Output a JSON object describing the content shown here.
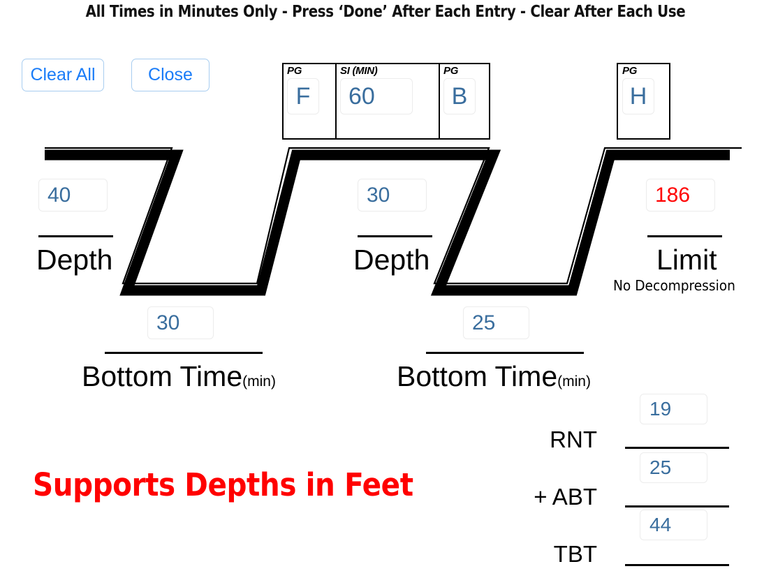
{
  "header": {
    "title": "All Times in Minutes Only - Press ‘Done’ After Each Entry - Clear After Each Use"
  },
  "toolbar": {
    "clear_all_label": "Clear All",
    "close_label": "Close"
  },
  "surface_interval": {
    "pg_start_label": "PG",
    "pg_start_value": "F",
    "si_label": "SI (MIN)",
    "si_value": "60",
    "pg_end_label": "PG",
    "pg_end_value": "B"
  },
  "pg_final": {
    "label": "PG",
    "value": "H"
  },
  "dive1": {
    "depth_value": "40",
    "depth_label": "Depth",
    "bottom_time_value": "30",
    "bottom_time_label": "Bottom Time",
    "bottom_time_unit": "(min)"
  },
  "dive2": {
    "depth_value": "30",
    "depth_label": "Depth",
    "bottom_time_value": "25",
    "bottom_time_label": "Bottom Time",
    "bottom_time_unit": "(min)"
  },
  "limit": {
    "value": "186",
    "label": "Limit",
    "note": "No Decompression"
  },
  "summation": {
    "rnt_label": "RNT",
    "rnt_value": "19",
    "abt_label": "+ ABT",
    "abt_value": "25",
    "tbt_label": "TBT",
    "tbt_value": "44"
  },
  "banner": {
    "supports_feet": "Supports Depths in Feet"
  },
  "colors": {
    "input_text": "#3a6e9e",
    "button_text": "#1a7cf8",
    "alert_red": "#ff0000",
    "profile_line": "#000000"
  }
}
